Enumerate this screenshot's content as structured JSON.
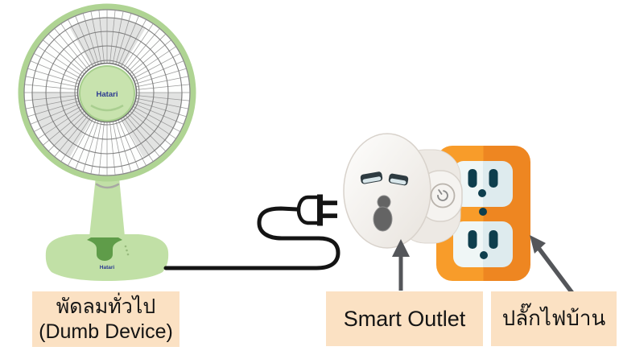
{
  "diagram": {
    "fan": {
      "brand": "Hatari",
      "base_brand": "Hatari",
      "label_line1": "พัดลมทั่วไป",
      "label_line2": "(Dumb Device)"
    },
    "smart_outlet": {
      "label": "Smart Outlet"
    },
    "wall_outlet": {
      "label": "ปลั๊กไฟบ้าน"
    }
  },
  "icons": {
    "plug": "plug-icon",
    "power_button": "power-icon",
    "arrow_smart": "arrow-up-icon",
    "arrow_wall": "arrow-up-left-icon"
  },
  "colors": {
    "label_bg": "#FBE1C3",
    "text_dark": "#141414",
    "cord": "#141414",
    "arrow": "#54565A",
    "orange_light": "#F89C2A",
    "orange_dark": "#EE8621",
    "socket_light": "#EFF6F6",
    "socket_shade": "#DEEBEE",
    "slot_teal": "#0E3E4D",
    "fan_green": "#AFD493",
    "fan_green_light": "#C8E3AE",
    "fan_green_dark": "#5F9C49",
    "base_green": "#C1E0A6",
    "grille_gray": "#969696",
    "brand_navy": "#2B3990",
    "device_white": "#F5F3F0",
    "device_shadow": "#D8D2CB"
  }
}
